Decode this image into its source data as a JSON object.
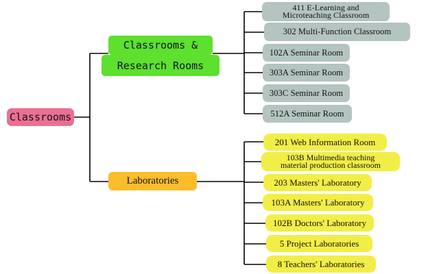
{
  "root": {
    "label": "Classrooms"
  },
  "branches": [
    {
      "label_lines": [
        "Classrooms &",
        "Research Rooms"
      ],
      "children": [
        {
          "lines": [
            "411 E-Learning and",
            "Microteaching Classroom"
          ]
        },
        {
          "lines": [
            "302 Multi-Function Classroom"
          ]
        },
        {
          "lines": [
            "102A Seminar Room"
          ]
        },
        {
          "lines": [
            "303A Seminar Room"
          ]
        },
        {
          "lines": [
            "303C Seminar Room"
          ]
        },
        {
          "lines": [
            "512A Seminar Room"
          ]
        }
      ]
    },
    {
      "label_lines": [
        "Laboratories"
      ],
      "children": [
        {
          "lines": [
            "201 Web Information Room"
          ]
        },
        {
          "lines": [
            "103B Multimedia teaching",
            "material production classroom"
          ]
        },
        {
          "lines": [
            "203 Masters' Laboratory"
          ]
        },
        {
          "lines": [
            "103A Masters' Laboratory"
          ]
        },
        {
          "lines": [
            "102B Doctors' Laboratory"
          ]
        },
        {
          "lines": [
            "5 Project Laboratories"
          ]
        },
        {
          "lines": [
            "8 Teachers' Laboratories"
          ]
        }
      ]
    }
  ],
  "colors": {
    "root": "#ec6f93",
    "classrooms_branch": "#5de02e",
    "laboratories_branch": "#fbbd2c",
    "classroom_leaves": "#b4c4c0",
    "laboratory_leaves": "#f2ee47",
    "connector": "#000000"
  }
}
